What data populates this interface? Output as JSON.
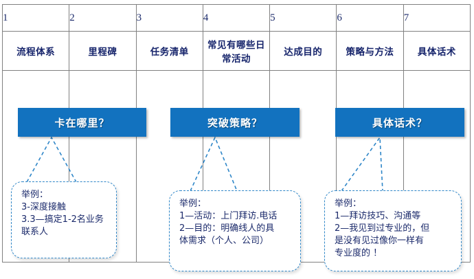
{
  "table": {
    "columns": [
      {
        "index": "1",
        "label": "流程体系"
      },
      {
        "index": "2",
        "label": "里程碑"
      },
      {
        "index": "3",
        "label": "任务清单"
      },
      {
        "index": "4",
        "label": "常见有哪些日常活动"
      },
      {
        "index": "5",
        "label": "达成目的"
      },
      {
        "index": "6",
        "label": "策略与方法"
      },
      {
        "index": "7",
        "label": "具体话术"
      }
    ]
  },
  "banners": [
    {
      "label": "卡在哪里？"
    },
    {
      "label": "突破策略？"
    },
    {
      "label": "具体话术？"
    }
  ],
  "callouts": [
    {
      "text": "举例：\n3-深度接触\n3.3—搞定1-2名业务\n联系人"
    },
    {
      "text": "举例：\n1—活动：上门拜访.电话\n2—目的：明确线人的具\n体需求（个人、公司）"
    },
    {
      "text": "举例：\n1—拜访技巧、沟通等\n2—我见到过专业的，但\n是没有见过像你一样有\n专业度的 ！"
    }
  ],
  "colors": {
    "banner_fill": "#1272bf",
    "callout_border": "#2e86c8",
    "table_border": "#808080",
    "text_navy": "#1b2a6b"
  }
}
